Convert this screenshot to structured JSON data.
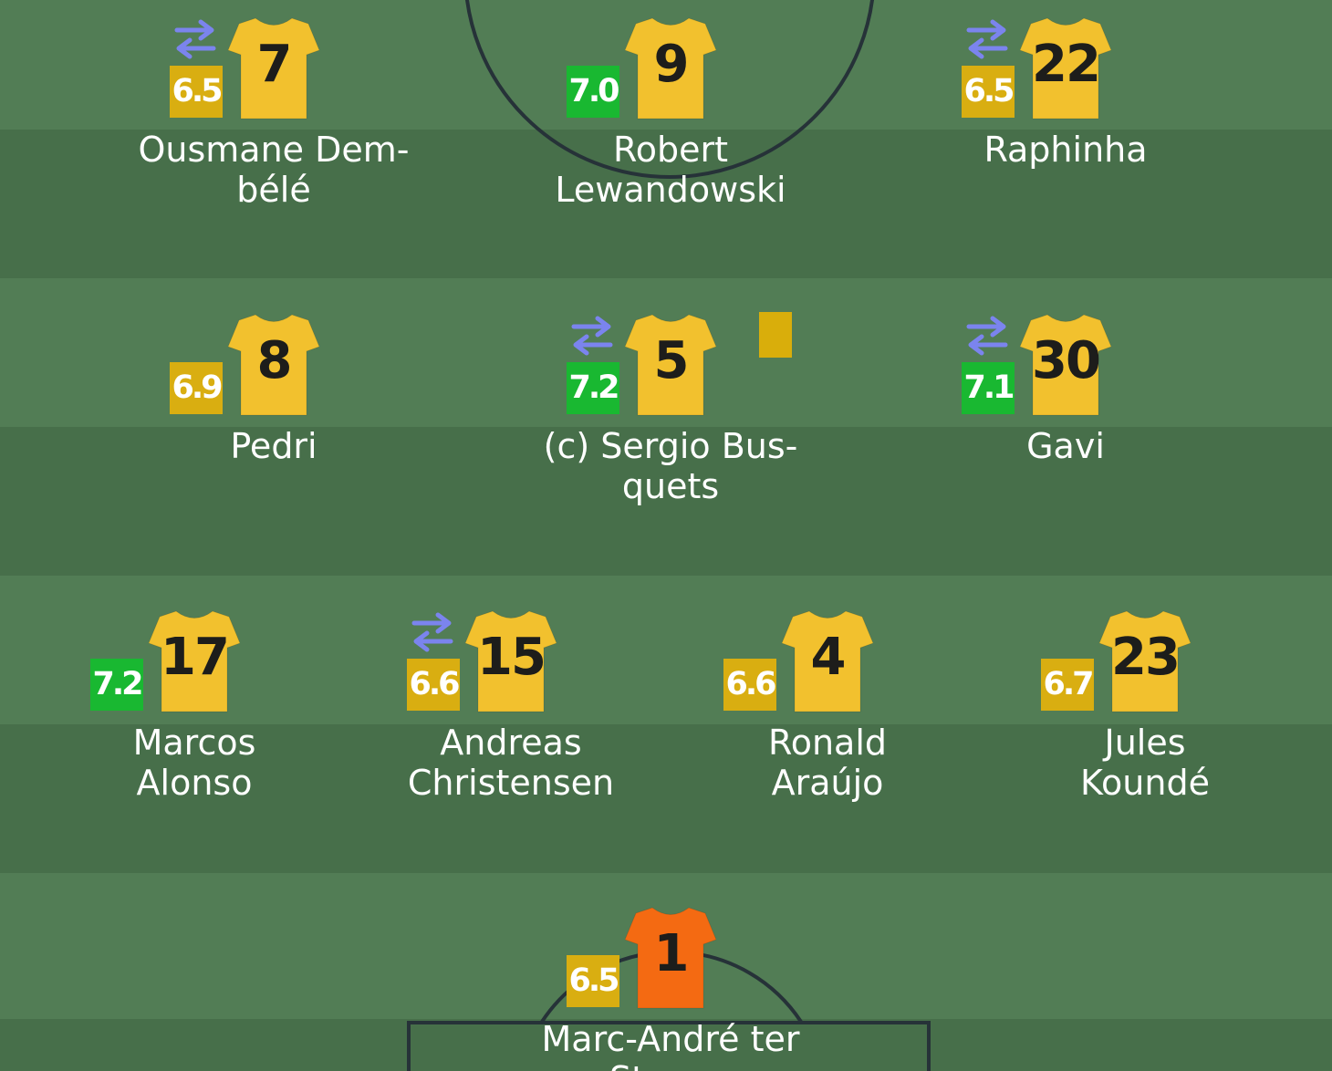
{
  "pitch": {
    "colors": {
      "light_stripe": "#527d55",
      "dark_stripe": "#476f4a",
      "line": "#263238"
    }
  },
  "colors": {
    "jersey_outfield": "#f2c12e",
    "jersey_goalkeeper": "#f46a12",
    "rating_yellow": "#d9ae11",
    "rating_green": "#19b831",
    "substitution_icon": "#7b84ee",
    "yellow_card": "#d9ae0b"
  },
  "players": [
    {
      "number": "7",
      "name": "Ousmane Dem-\nbélé",
      "rating": "6.5",
      "rating_color": "yellow",
      "substituted": true,
      "yellow_card": false,
      "goalkeeper": false
    },
    {
      "number": "9",
      "name": "Robert\nLewandowski",
      "rating": "7.0",
      "rating_color": "green",
      "substituted": false,
      "yellow_card": false,
      "goalkeeper": false
    },
    {
      "number": "22",
      "name": "Raphinha",
      "rating": "6.5",
      "rating_color": "yellow",
      "substituted": true,
      "yellow_card": false,
      "goalkeeper": false
    },
    {
      "number": "8",
      "name": "Pedri",
      "rating": "6.9",
      "rating_color": "yellow",
      "substituted": false,
      "yellow_card": false,
      "goalkeeper": false
    },
    {
      "number": "5",
      "name": "(c) Sergio Bus-\nquets",
      "rating": "7.2",
      "rating_color": "green",
      "substituted": true,
      "yellow_card": true,
      "goalkeeper": false
    },
    {
      "number": "30",
      "name": "Gavi",
      "rating": "7.1",
      "rating_color": "green",
      "substituted": true,
      "yellow_card": false,
      "goalkeeper": false
    },
    {
      "number": "17",
      "name": "Marcos\nAlonso",
      "rating": "7.2",
      "rating_color": "green",
      "substituted": false,
      "yellow_card": false,
      "goalkeeper": false
    },
    {
      "number": "15",
      "name": "Andreas\nChristensen",
      "rating": "6.6",
      "rating_color": "yellow",
      "substituted": true,
      "yellow_card": false,
      "goalkeeper": false
    },
    {
      "number": "4",
      "name": "Ronald\nAraújo",
      "rating": "6.6",
      "rating_color": "yellow",
      "substituted": false,
      "yellow_card": false,
      "goalkeeper": false
    },
    {
      "number": "23",
      "name": "Jules\nKoundé",
      "rating": "6.7",
      "rating_color": "yellow",
      "substituted": false,
      "yellow_card": false,
      "goalkeeper": false
    },
    {
      "number": "1",
      "name": "Marc-André ter Stegen",
      "rating": "6.5",
      "rating_color": "yellow",
      "substituted": false,
      "yellow_card": false,
      "goalkeeper": true
    }
  ]
}
